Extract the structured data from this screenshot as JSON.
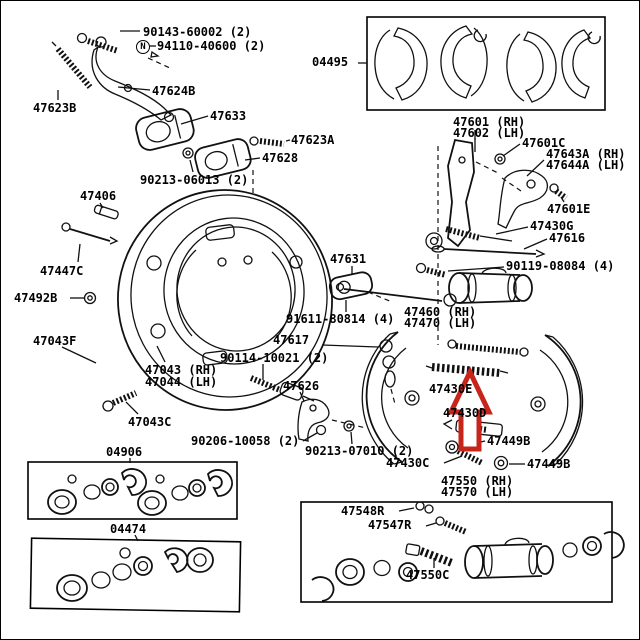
{
  "app": {
    "type": "parts-catalog-exploded-diagram",
    "subject": "Rear drum brake assembly parts diagram"
  },
  "colors": {
    "background": "#ffffff",
    "line": "#111111",
    "label_text": "#000000",
    "highlight_red": "#c6251c"
  },
  "highlight": {
    "shape": "up-arrow",
    "color": "#c6251c"
  },
  "labels": {
    "nmark": {
      "text": "N"
    },
    "p90143": {
      "text": "90143-60002 (2)"
    },
    "p94110": {
      "text": "94110-40600 (2)"
    },
    "p47624B": {
      "text": "47624B"
    },
    "p47623B": {
      "text": "47623B"
    },
    "p47633": {
      "text": "47633"
    },
    "p47623A": {
      "text": "47623A"
    },
    "p47628": {
      "text": "47628"
    },
    "p90213a": {
      "text": "90213-06013 (2)"
    },
    "p47406": {
      "text": "47406"
    },
    "p47447C": {
      "text": "47447C"
    },
    "p47492B": {
      "text": "47492B"
    },
    "p47043F": {
      "text": "47043F"
    },
    "p47043": {
      "text": "47043 (RH)"
    },
    "p47044": {
      "text": "47044 (LH)"
    },
    "p47043C": {
      "text": "47043C"
    },
    "p90114": {
      "text": "90114-10021 (2)"
    },
    "p47626": {
      "text": "47626"
    },
    "p90206": {
      "text": "90206-10058 (2)"
    },
    "p90213b": {
      "text": "90213-07010 (2)"
    },
    "p04906": {
      "text": "04906"
    },
    "p04474": {
      "text": "04474"
    },
    "p47631": {
      "text": "47631"
    },
    "p91611": {
      "text": "91611-80814 (4)"
    },
    "p47617": {
      "text": "47617"
    },
    "p04495": {
      "text": "04495"
    },
    "p47601": {
      "text": "47601 (RH)"
    },
    "p47602": {
      "text": "47602 (LH)"
    },
    "p47601C": {
      "text": "47601C"
    },
    "p47643A": {
      "text": "47643A (RH)"
    },
    "p47644A": {
      "text": "47644A (LH)"
    },
    "p47601E": {
      "text": "47601E"
    },
    "p47430G": {
      "text": "47430G"
    },
    "p47616": {
      "text": "47616"
    },
    "p90119": {
      "text": "90119-08084 (4)"
    },
    "p47460": {
      "text": "47460 (RH)"
    },
    "p47470": {
      "text": "47470 (LH)"
    },
    "p47430E": {
      "text": "47430E"
    },
    "p47430D": {
      "text": "47430D"
    },
    "p47449Ba": {
      "text": "47449B"
    },
    "p47430C": {
      "text": "47430C"
    },
    "p47449Bb": {
      "text": "47449B"
    },
    "p47550": {
      "text": "47550 (RH)"
    },
    "p47570": {
      "text": "47570 (LH)"
    },
    "p47548R": {
      "text": "47548R"
    },
    "p47547R": {
      "text": "47547R"
    },
    "p47550C": {
      "text": "47550C"
    }
  }
}
